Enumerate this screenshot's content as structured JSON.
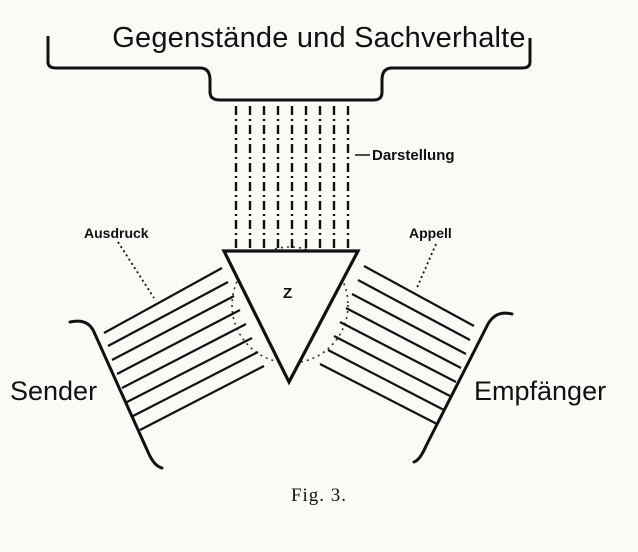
{
  "figure": {
    "top_label": "Gegenstände und Sachverhalte",
    "darstellung": "Darstellung",
    "ausdruck": "Ausdruck",
    "appell": "Appell",
    "center_sign": "Z",
    "sender": "Sender",
    "empfaenger": "Empfänger",
    "caption": "Fig. 3."
  },
  "colors": {
    "ink": "#111111",
    "paper": "#fbfaf6"
  }
}
